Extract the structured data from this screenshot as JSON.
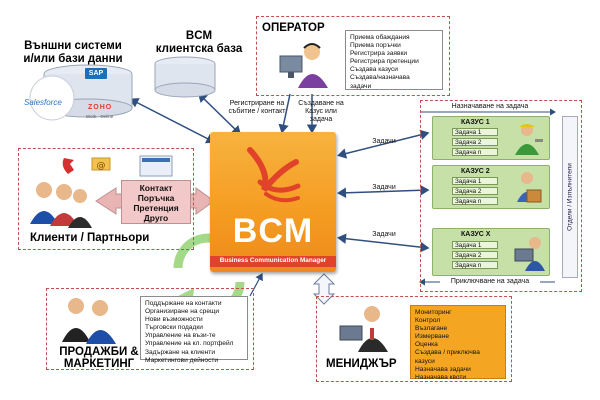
{
  "external": {
    "title_line1": "Външни системи",
    "title_line2": "и/или бази данни",
    "logos": [
      "SAP",
      "Salesforce",
      "ZOHO",
      "Work · Online"
    ]
  },
  "crm": {
    "title_line1": "BCM",
    "title_line2": "клиентска база"
  },
  "operator": {
    "title": "ОПЕРАТОР",
    "tasks": [
      "Приема обаждания",
      "Приема поръчки",
      "Регистрира заявки",
      "Регистрира претенции",
      "Създава казуси",
      "Създава/назначава",
      "задачи"
    ]
  },
  "clients": {
    "title": "Клиенти / Партньори",
    "contact_types": [
      "Контакт",
      "Поръчка",
      "Претенция",
      "Друго"
    ]
  },
  "bcm": {
    "logo_text": "BCM",
    "subtitle": "Business Communication Manager"
  },
  "labels": {
    "register_event": "Регистриране на събитие / контакт",
    "create_case": "Създаване на Казус или задача",
    "tasks": "Задачи",
    "assign_task": "Назначаване на задача",
    "close_task": "Приключване на задача",
    "departments": "Отдели / Изпълнители"
  },
  "cases": [
    {
      "title": "КАЗУС 1",
      "tasks": [
        "Задача 1",
        "Задача 2",
        "Задача n"
      ]
    },
    {
      "title": "КАЗУС 2",
      "tasks": [
        "Задача 1",
        "Задача 2",
        "Задача n"
      ]
    },
    {
      "title": "КАЗУС Х",
      "tasks": [
        "Задача 1",
        "Задача 2",
        "Задача n"
      ]
    }
  ],
  "sales": {
    "title_line1": "ПРОДАЖБИ &",
    "title_line2": "МАРКЕТИНГ",
    "tasks": [
      "Поддържане на контакти",
      "Организиране на срещи",
      "Нови възможности",
      "Търговски подадки",
      "Управление на възи-те",
      "Управление на кл. портфейл",
      "Задържане на клиенти",
      "Маркетингови дейности"
    ]
  },
  "manager": {
    "title": "МЕНИДЖЪР",
    "tasks": [
      "Мониторинг",
      "Контрол",
      "Възлагане",
      "Измерване",
      "Оценка",
      "Създава / приключва казуси",
      "Назначава задачи",
      "Назначава квоти"
    ]
  },
  "colors": {
    "bcm_orange": "#f59d22",
    "dashed_border": "#c0504d",
    "case_green": "#c6e0a8",
    "manager_orange": "#f4a623",
    "arrow_blue": "#3a5a8c"
  }
}
